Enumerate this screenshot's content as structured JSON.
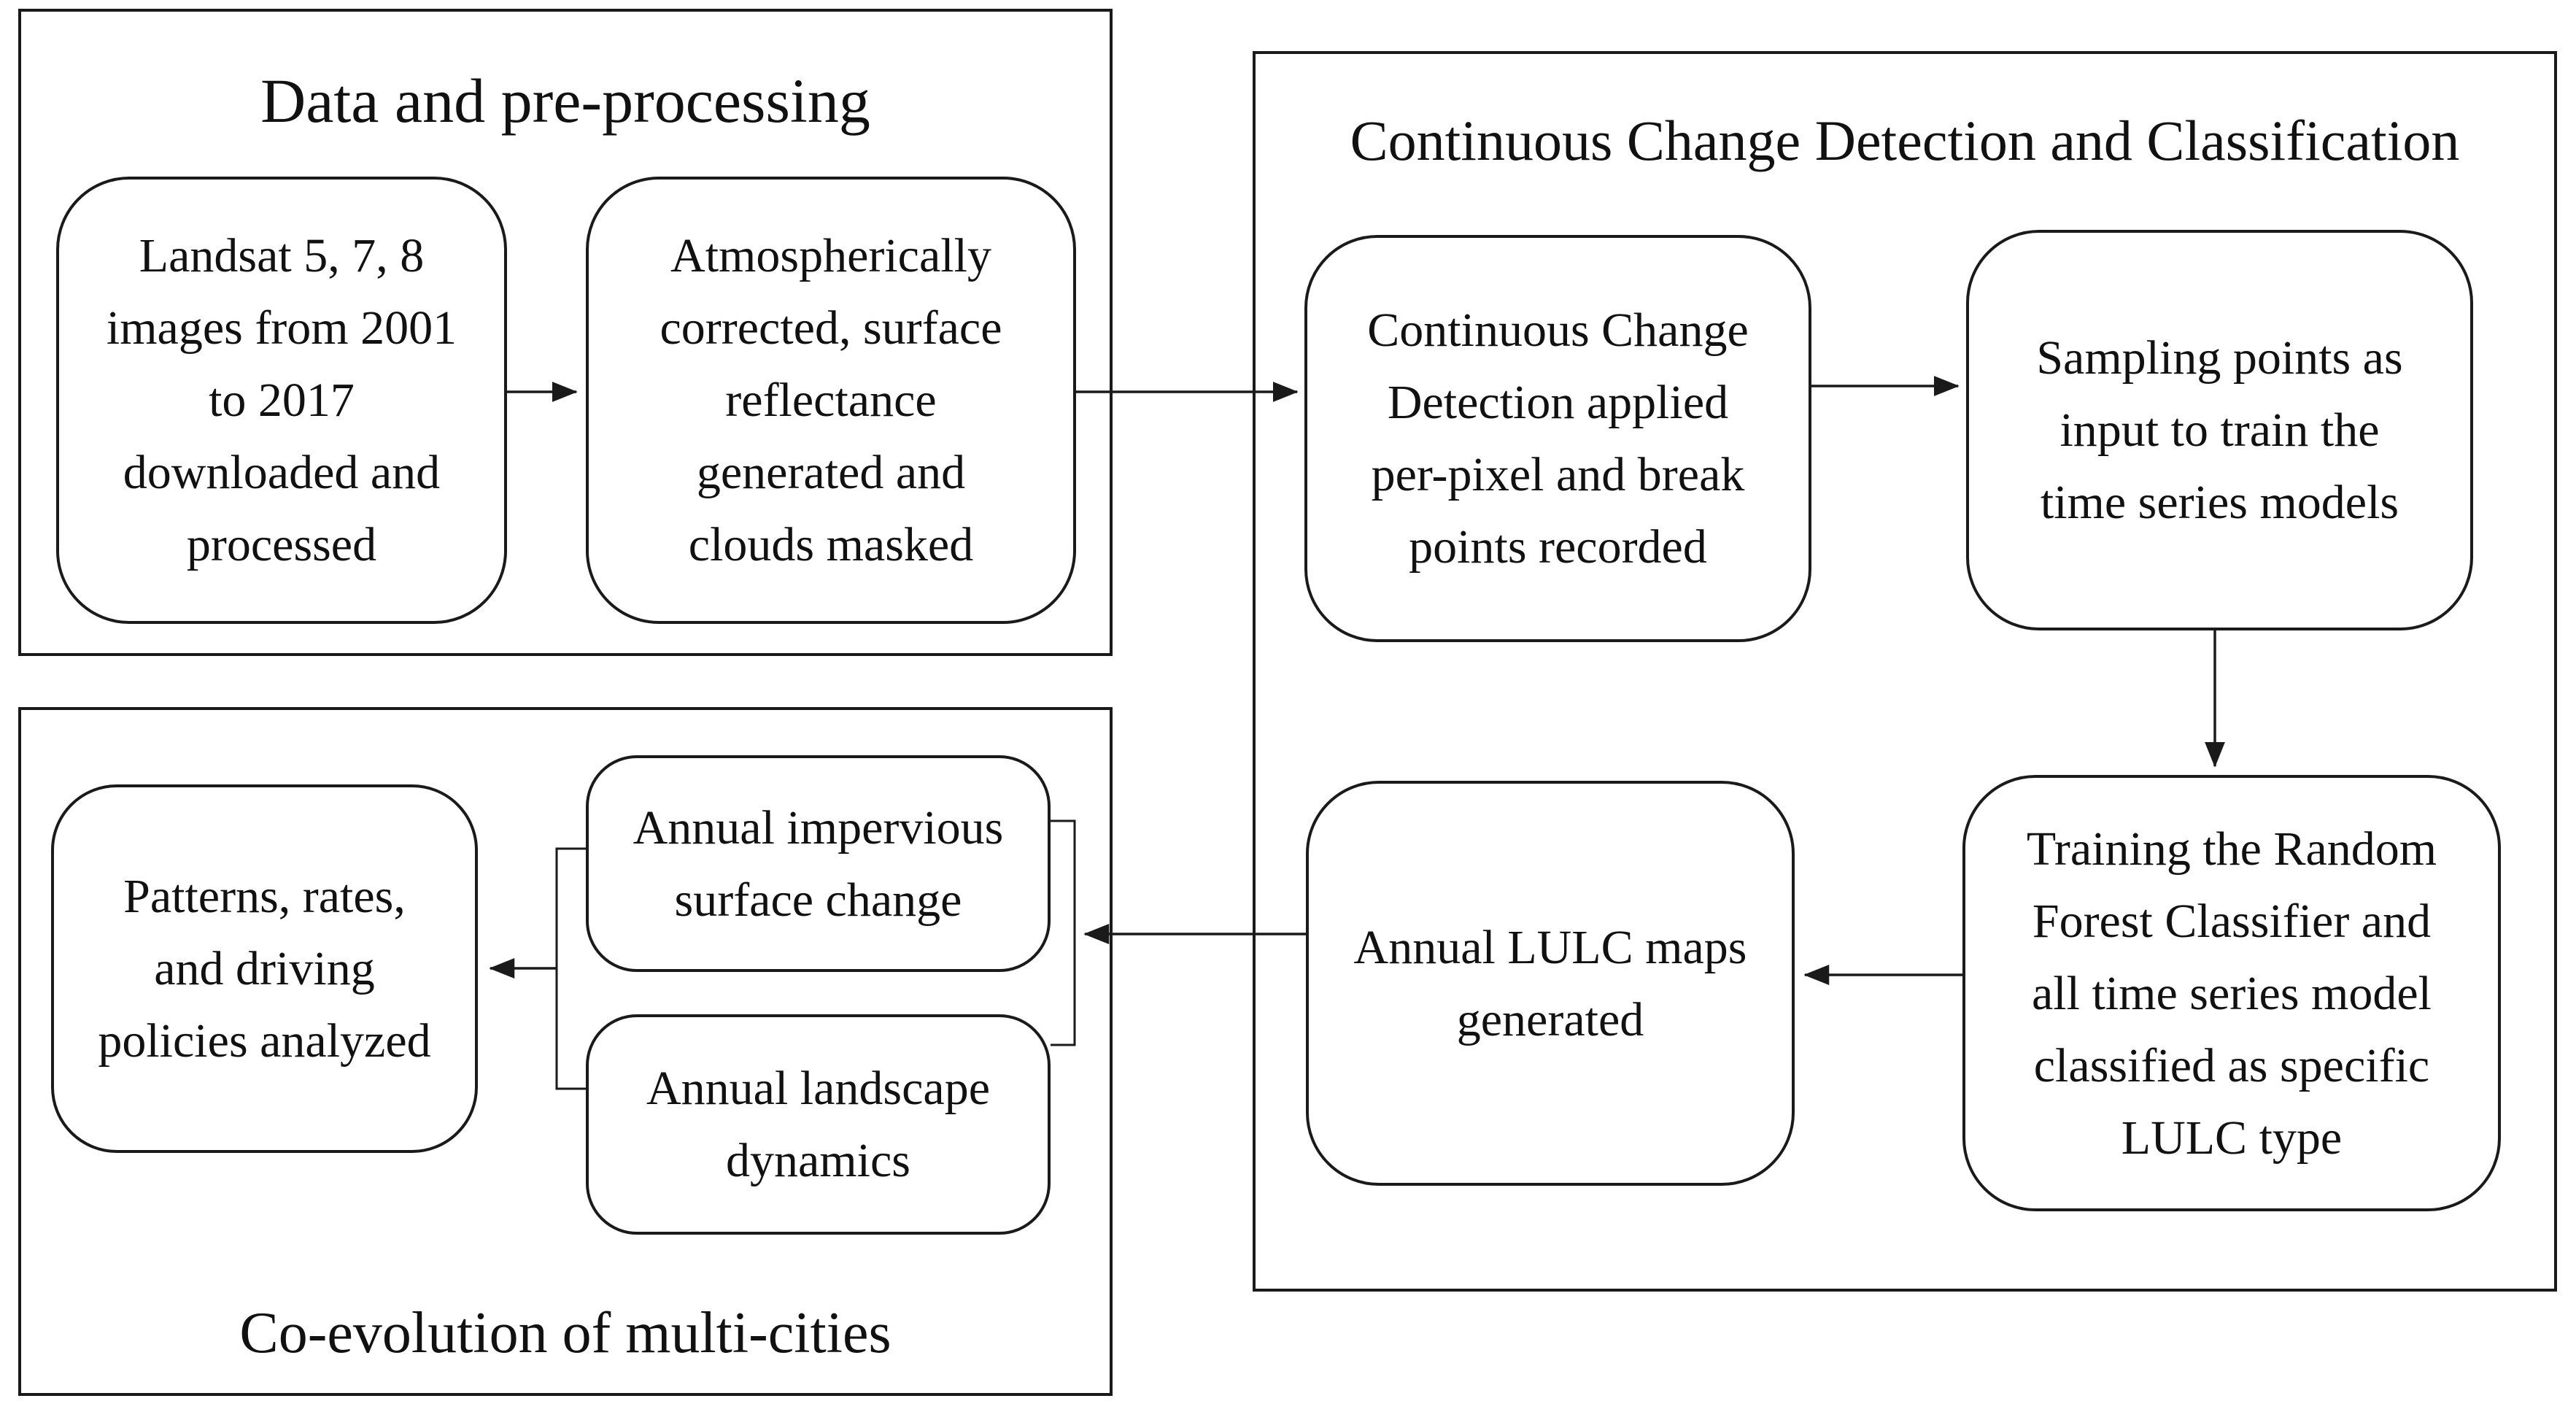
{
  "figure": {
    "type": "flowchart",
    "background": "#ffffff",
    "ink_color": "#1a1a1a"
  },
  "sections": {
    "data_preprocessing": {
      "title": "Data and pre-processing",
      "boxes": {
        "landsat": {
          "text": "Landsat 5, 7, 8\nimages from 2001\nto 2017\ndownloaded and\nprocessed"
        },
        "atmospheric": {
          "text": "Atmospherically\ncorrected, surface\nreflectance\ngenerated and\nclouds masked"
        }
      }
    },
    "ccdc": {
      "title": "Continuous Change Detection and Classification",
      "boxes": {
        "ccd": {
          "text": "Continuous Change\nDetection applied\nper-pixel and break\npoints recorded"
        },
        "sampling": {
          "text": "Sampling points as\ninput to train the\ntime series models"
        },
        "training": {
          "text": "Training the Random\nForest Classifier and\nall time series model\nclassified as specific\nLULC type"
        },
        "lulc_maps": {
          "text": "Annual LULC maps\ngenerated"
        }
      }
    },
    "coevolution": {
      "title": "Co-evolution of multi-cities",
      "boxes": {
        "impervious": {
          "text": "Annual impervious\nsurface change"
        },
        "landscape": {
          "text": "Annual landscape\ndynamics"
        },
        "patterns": {
          "text": "Patterns, rates,\nand driving\npolicies analyzed"
        }
      }
    }
  },
  "connectors": {
    "arrows": [
      "landsat to atmospheric",
      "atmospheric to continuous change detection",
      "continuous change detection to sampling points",
      "sampling points to training random forest",
      "training random forest to annual lulc maps",
      "annual lulc maps to annual outputs bracket",
      "annual outputs bracket to patterns rates"
    ]
  }
}
